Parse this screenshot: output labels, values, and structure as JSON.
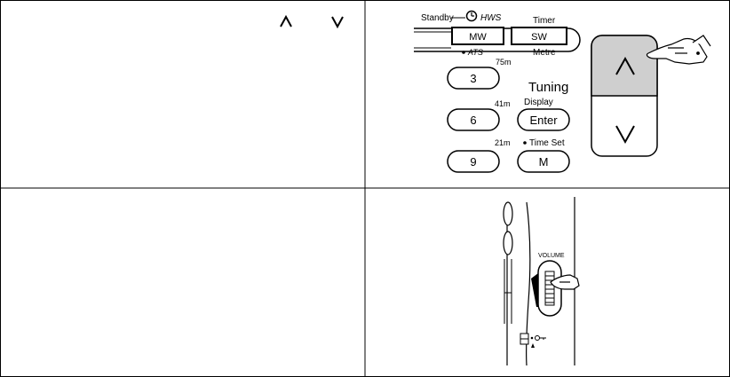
{
  "top_left": {
    "arrow_up_icon": "chevron-up-icon",
    "arrow_down_icon": "chevron-down-icon"
  },
  "radio_panel": {
    "standby": "Standby",
    "hws": "HWS",
    "timer": "Timer",
    "mw": "MW",
    "sw": "SW",
    "ats": "ATS",
    "metre": "Metre",
    "band_75": "75m",
    "key_3": "3",
    "tuning": "Tuning",
    "band_41": "41m",
    "display": "Display",
    "key_6": "6",
    "enter": "Enter",
    "band_21": "21m",
    "time_set": "Time Set",
    "key_9": "9",
    "key_m": "M"
  },
  "side_panel": {
    "volume": "VOLUME"
  }
}
